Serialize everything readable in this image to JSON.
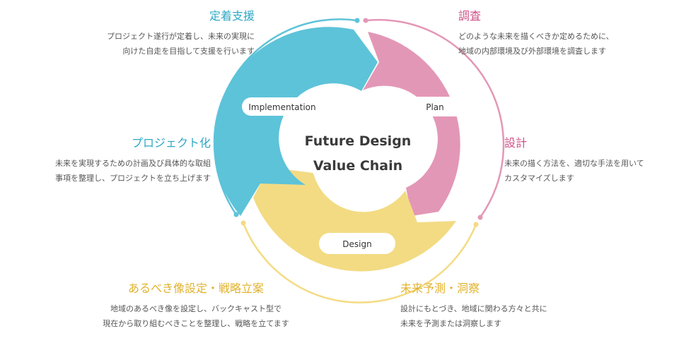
{
  "center": {
    "line1": "Future Design",
    "line2": "Value Chain"
  },
  "phases": {
    "implementation": "Implementation",
    "plan": "Plan",
    "design": "Design"
  },
  "steps": {
    "teichaku": {
      "title": "定着支援",
      "line1": "プロジェクト遂行が定着し、未来の実現に",
      "line2": "向けた自走を目指して支援を行います"
    },
    "chousa": {
      "title": "調査",
      "line1": "どのような未来を描くべきか定めるために、",
      "line2": "地域の内部環境及び外部環境を調査します"
    },
    "project": {
      "title": "プロジェクト化",
      "line1": "未来を実現するための計画及び具体的な取組",
      "line2": "事項を整理し、プロジェクトを立ち上げます"
    },
    "sekkei": {
      "title": "設計",
      "line1": "未来の描く方法を、適切な手法を用いて",
      "line2": "カスタマイズします"
    },
    "arubeki": {
      "title": "あるべき像設定・戦略立案",
      "line1": "地域のあるべき像を設定し、バックキャスト型で",
      "line2": "現在から取り組むべきことを整理し、戦略を立てます"
    },
    "mirai": {
      "title": "未来予測・洞察",
      "line1": "設計にもとづき、地域に関わる方々と共に",
      "line2": "未来を予測または洞察します"
    }
  },
  "colors": {
    "blue": "#5dc3d9",
    "pink": "#e397b6",
    "yellow": "#f3db83",
    "blue_text": "#2fa8c5",
    "pink_text": "#cf4f86",
    "yellow_text": "#e1b22b",
    "center_text": "#3a3a3a"
  }
}
